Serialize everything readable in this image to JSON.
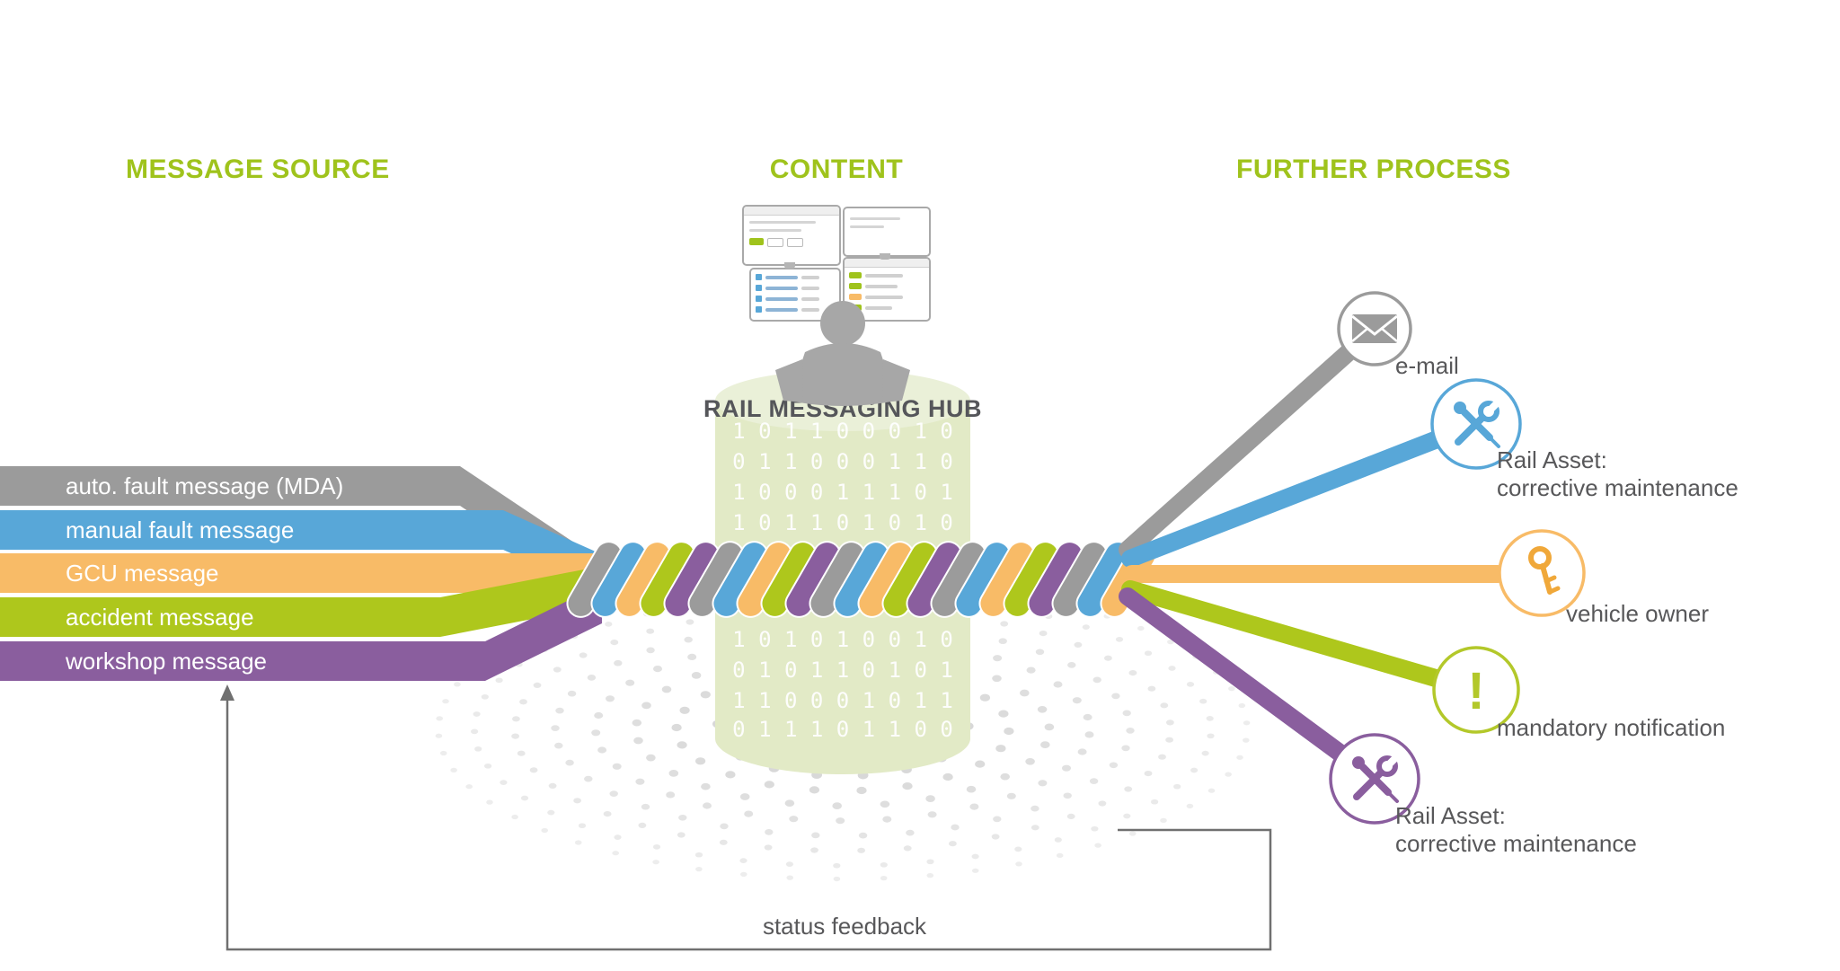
{
  "headers": {
    "message_source": "MESSAGE SOURCE",
    "content": "CONTENT",
    "further_process": "FURTHER PROCESS"
  },
  "sources": [
    {
      "label": "auto. fault message (MDA)",
      "color": "#9b9b9b"
    },
    {
      "label": "manual fault message",
      "color": "#58a7d8"
    },
    {
      "label": "GCU message",
      "color": "#f8bb67"
    },
    {
      "label": "accident message",
      "color": "#aec71c"
    },
    {
      "label": "workshop message",
      "color": "#8a5e9e"
    }
  ],
  "hub": {
    "title": "RAIL MESSAGING HUB",
    "binary_top": [
      "1 0 1 1 0 0 0 1 0",
      "0 1 1 0 0 0 1 1 0",
      "1 0 0 0 1 1 1 0 1",
      "1 0 1 1 0 1 0 1 0"
    ],
    "binary_bottom": [
      "1 0 1 0 1 0 0 1 0",
      "0 1 0 1 1 0 1 0 1",
      "1 1 0 0 0 1 0 1 1",
      "0 1 1 1 0 1 1 0 0"
    ]
  },
  "processes": [
    {
      "label_lines": [
        "e-mail"
      ],
      "icon": "envelope-icon",
      "color": "#9b9b9b"
    },
    {
      "label_lines": [
        "Rail Asset:",
        "corrective maintenance"
      ],
      "icon": "tools-icon",
      "color": "#58a7d8"
    },
    {
      "label_lines": [
        "vehicle owner"
      ],
      "icon": "key-icon",
      "color": "#f8bb67"
    },
    {
      "label_lines": [
        "mandatory notification"
      ],
      "icon": "exclamation-icon",
      "icon_glyph": "!",
      "color": "#b3c82a"
    },
    {
      "label_lines": [
        "Rail Asset:",
        "corrective maintenance"
      ],
      "icon": "tools-icon",
      "color": "#8a5e9e"
    }
  ],
  "feedback": {
    "label": "status feedback"
  },
  "colors": {
    "header_green": "#9fc31c",
    "text_gray": "#58585a",
    "line_gray": "#707070",
    "ripple_dot": "#b2b2b2",
    "hub_fill": "#e2eac6",
    "hub_rim": "#eaf0d8",
    "person_gray": "#a7a7a7",
    "key_orange": "#f0a83a"
  }
}
